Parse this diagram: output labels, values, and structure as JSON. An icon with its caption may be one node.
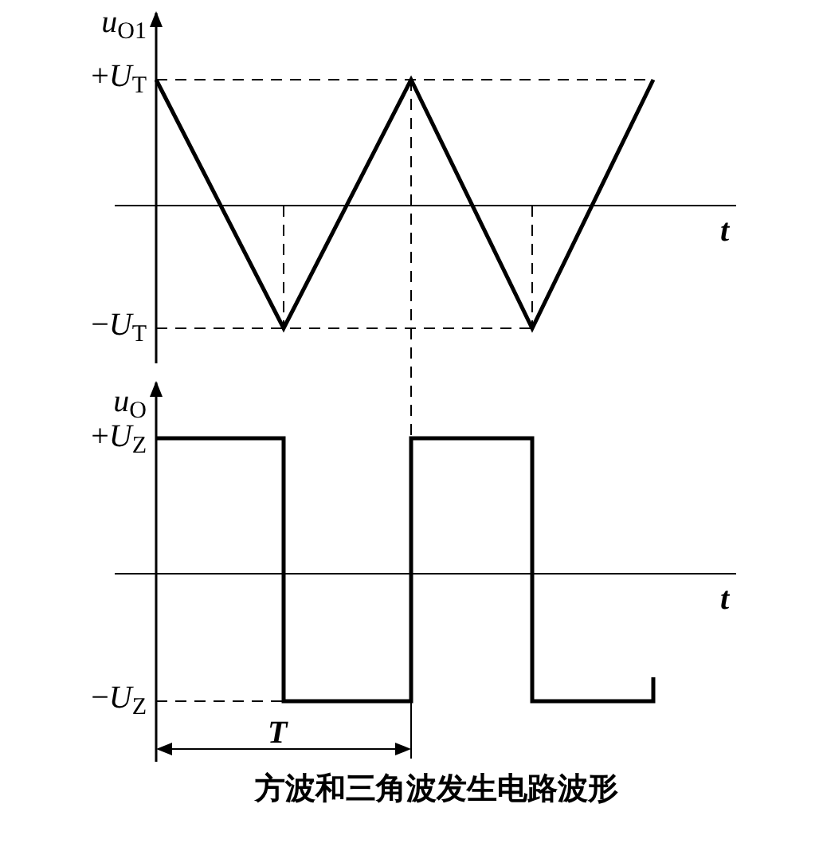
{
  "diagram": {
    "caption": "方波和三角波发生电路波形",
    "labels": [
      "*u*$_{O1}$",
      "+*U*$_{T}$",
      "t",
      "−*U*$_{T}$",
      "*u*$_{O}$",
      "+*U*$_{Z}$",
      "t",
      "−*U*$_{Z}$",
      "T"
    ]
  }
}
